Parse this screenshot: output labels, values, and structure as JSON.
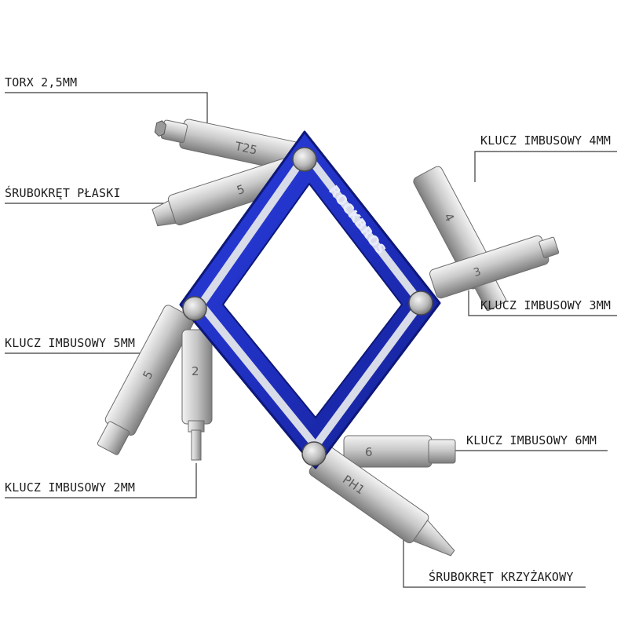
{
  "callouts": {
    "torx": "TORX 2,5MM",
    "flat": "ŚRUBOKRĘT PŁASKI",
    "hex4": "KLUCZ IMBUSOWY 4MM",
    "hex3": "KLUCZ IMBUSOWY 3MM",
    "hex5": "KLUCZ IMBUSOWY 5MM",
    "hex6": "KLUCZ IMBUSOWY 6MM",
    "hex2": "KLUCZ IMBUSOWY 2MM",
    "ph": "ŚRUBOKRĘT KRZYŻAKOWY"
  },
  "product": {
    "brand": "ROCKBROS",
    "bit_marks": {
      "torx": "T25",
      "flat": "5",
      "hex4": "4",
      "hex3": "3",
      "hex5": "5",
      "hex2": "2",
      "hex6": "6",
      "ph": "PH1"
    }
  },
  "colors": {
    "body_blue": "#1f2fbf",
    "body_edge": "#0e1878",
    "stripe": "#d8dbe8",
    "steel_light": "#e3e3e3",
    "steel_dark": "#8a8a8a",
    "leader_line": "#3a3a3a",
    "text": "#1d1d1d"
  }
}
